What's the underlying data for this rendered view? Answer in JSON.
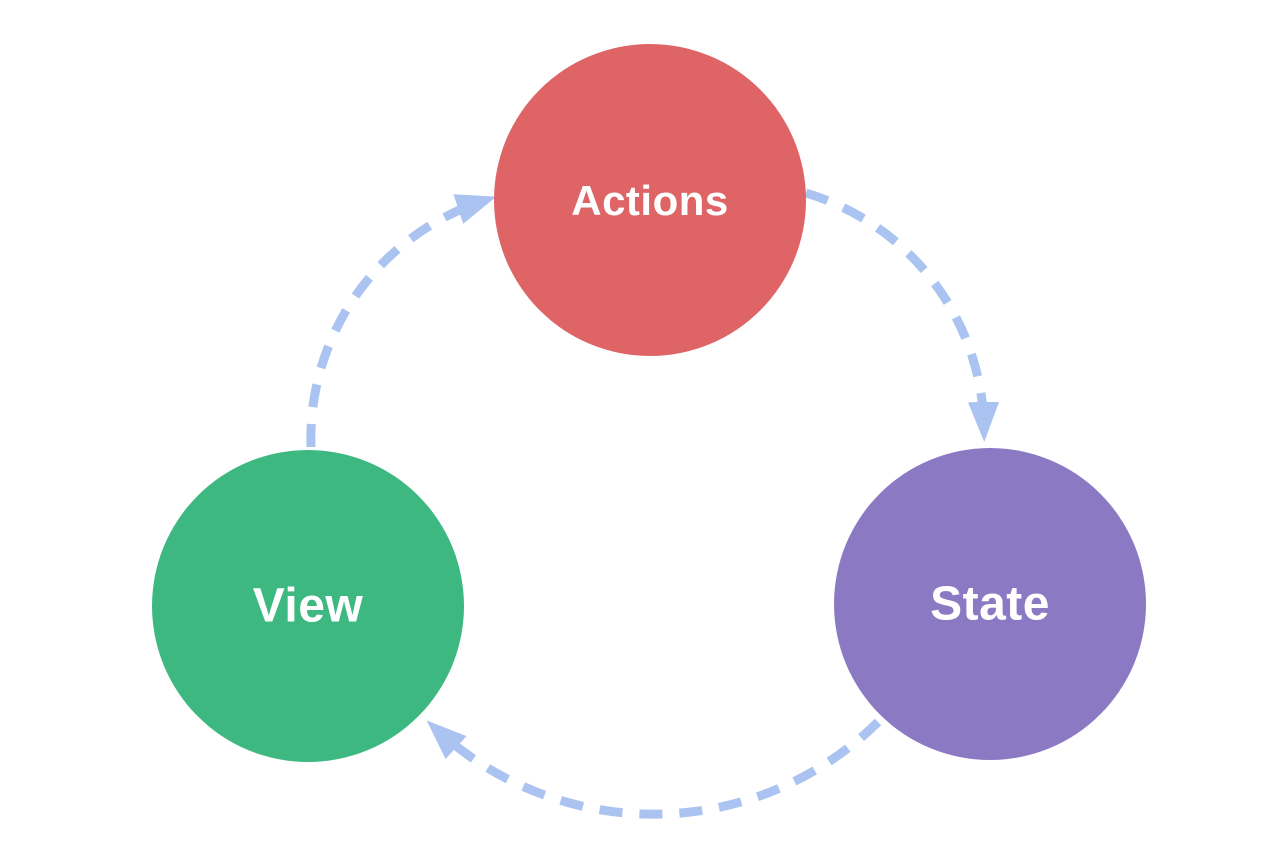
{
  "diagram": {
    "background": "#ffffff",
    "arrow_color": "#aac3f0",
    "nodes": [
      {
        "id": "actions",
        "label": "Actions",
        "color": "#de6466",
        "label_color": "#ffffff"
      },
      {
        "id": "state",
        "label": "State",
        "color": "#8b7ac3",
        "label_color": "#ffffff"
      },
      {
        "id": "view",
        "label": "View",
        "color": "#3eb881",
        "label_color": "#ffffff"
      }
    ],
    "edges": [
      {
        "from": "view",
        "to": "actions",
        "style": "dashed"
      },
      {
        "from": "actions",
        "to": "state",
        "style": "dashed"
      },
      {
        "from": "state",
        "to": "view",
        "style": "dashed"
      }
    ]
  }
}
